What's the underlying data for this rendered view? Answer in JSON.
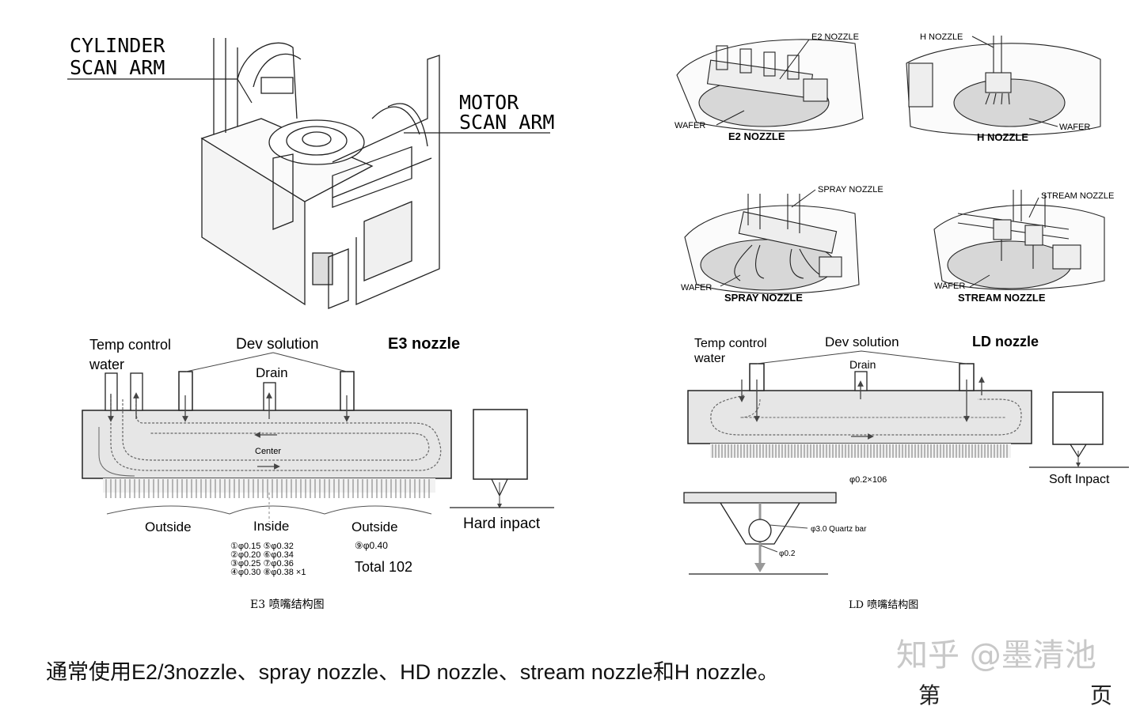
{
  "top_left": {
    "cylinder_label": [
      "CYLINDER",
      "SCAN ARM"
    ],
    "motor_label": [
      "MOTOR",
      "SCAN ARM"
    ]
  },
  "top_right": {
    "e2": {
      "callout": "E2 NOZZLE",
      "wafer": "WAFER",
      "title": "E2 NOZZLE"
    },
    "h": {
      "callout": "H NOZZLE",
      "wafer": "WAFER",
      "title": "H NOZZLE"
    },
    "spray": {
      "callout": "SPRAY NOZZLE",
      "wafer": "WAFER",
      "title": "SPRAY NOZZLE"
    },
    "stream": {
      "callout": "STREAM NOZZLE",
      "wafer": "WAFER",
      "title": "STREAM NOZZLE"
    }
  },
  "e3": {
    "temp_label": [
      "Temp control",
      "water"
    ],
    "dev_label": "Dev solution",
    "title": "E3 nozzle",
    "drain": "Drain",
    "center": "Center",
    "outside_left": "Outside",
    "inside": "Inside",
    "outside_right": "Outside",
    "hard_impact": "Hard inpact",
    "diameters": [
      "①φ0.15  ⑤φ0.32",
      "②φ0.20  ⑥φ0.34",
      "③φ0.25  ⑦φ0.36",
      "④φ0.30  ⑧φ0.38 ×1"
    ],
    "ninth": "⑨φ0.40",
    "total": "Total 102",
    "caption": "E3 喷嘴结构图"
  },
  "ld": {
    "temp_label": [
      "Temp control",
      "water"
    ],
    "dev_label": "Dev solution",
    "title": "LD nozzle",
    "drain": "Drain",
    "soft_impact": "Soft Inpact",
    "holes": "φ0.2×106",
    "quartz": "φ3.0 Quartz bar",
    "small": "φ0.2",
    "caption": "LD 喷嘴结构图"
  },
  "bottom_caption": "通常使用E2/3nozzle、spray nozzle、HD nozzle、stream nozzle和H nozzle。",
  "watermark": "知乎 @墨清池",
  "partial_text": "第 页"
}
